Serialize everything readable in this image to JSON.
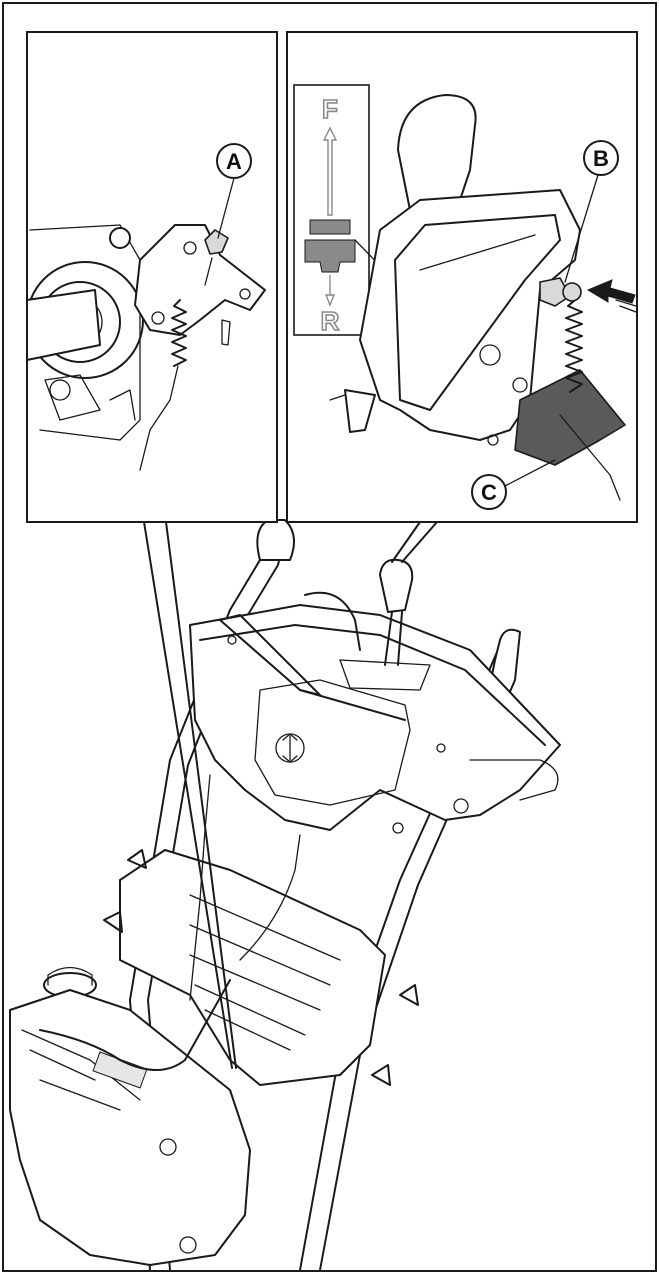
{
  "callouts": {
    "a": "A",
    "b": "B",
    "c": "C"
  },
  "shift_indicator": {
    "forward": "F",
    "reverse": "R"
  },
  "colors": {
    "ink": "#1a1a1a",
    "highlight_plate": "#5a5a5a",
    "indicator_grey": "#8a8a8a"
  }
}
